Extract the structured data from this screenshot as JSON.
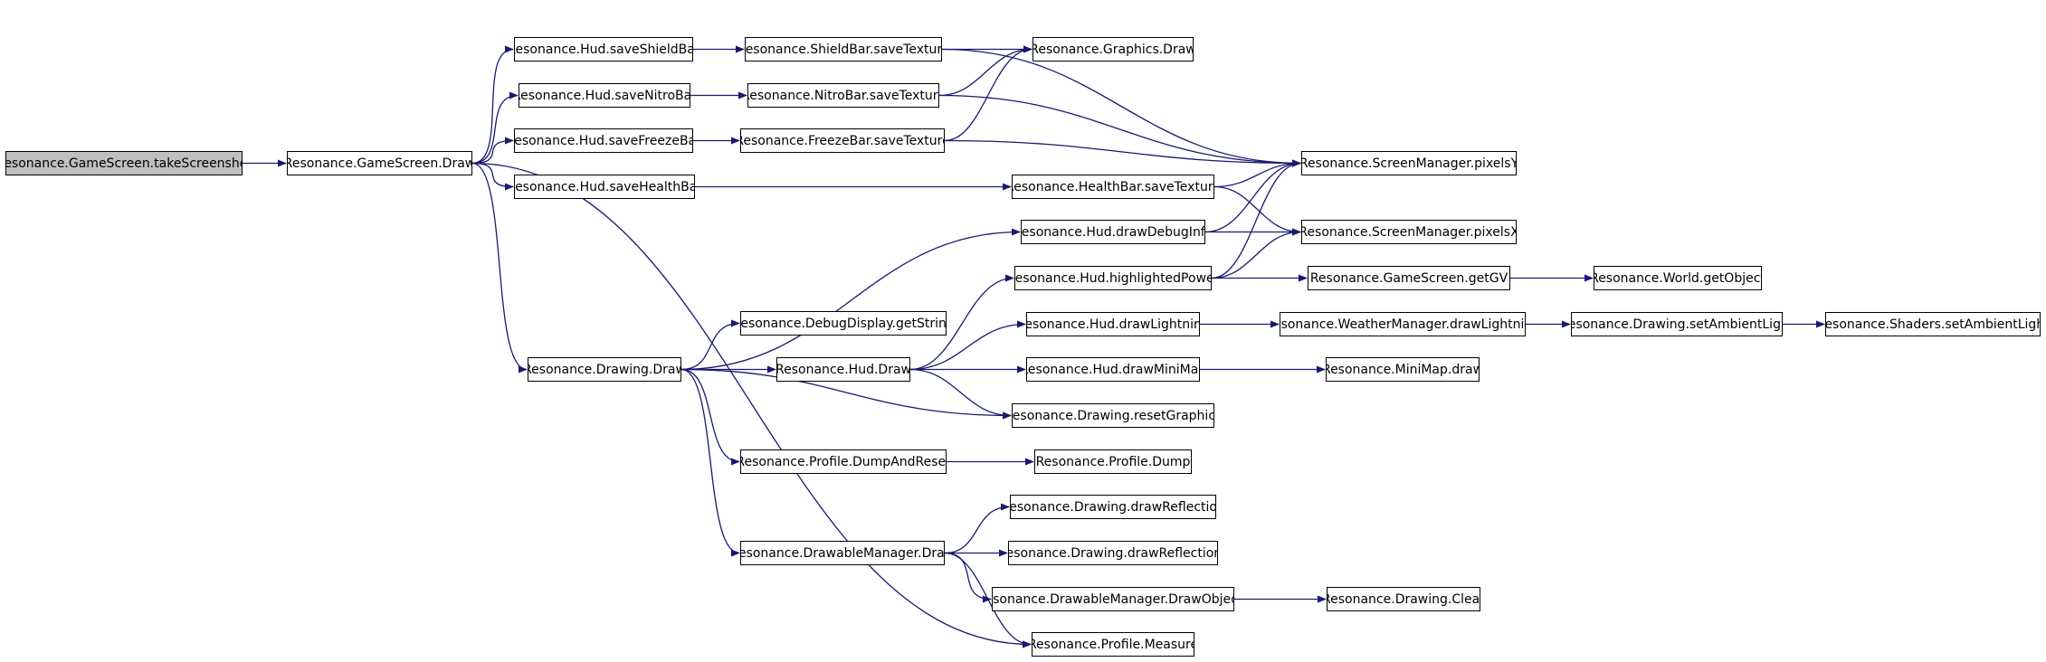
{
  "graph": {
    "edge_color": "#191970",
    "root_fill": "#bfbfbf",
    "nodes": [
      {
        "id": "takeScreenshot",
        "label": "Resonance.GameScreen.takeScreenshot",
        "root": true
      },
      {
        "id": "gsDraw",
        "label": "Resonance.GameScreen.Draw"
      },
      {
        "id": "saveShieldBar",
        "label": "Resonance.Hud.saveShieldBar"
      },
      {
        "id": "saveNitroBar",
        "label": "Resonance.Hud.saveNitroBar"
      },
      {
        "id": "saveFreezeBar",
        "label": "Resonance.Hud.saveFreezeBar"
      },
      {
        "id": "saveHealthBar",
        "label": "Resonance.Hud.saveHealthBar"
      },
      {
        "id": "drawingDraw",
        "label": "Resonance.Drawing.Draw"
      },
      {
        "id": "shieldTex",
        "label": "Resonance.ShieldBar.saveTexture"
      },
      {
        "id": "nitroTex",
        "label": "Resonance.NitroBar.saveTexture"
      },
      {
        "id": "freezeTex",
        "label": "Resonance.FreezeBar.saveTexture"
      },
      {
        "id": "debugGetString",
        "label": "Resonance.DebugDisplay.getString"
      },
      {
        "id": "hudDraw",
        "label": "Resonance.Hud.Draw"
      },
      {
        "id": "dumpAndReset",
        "label": "Resonance.Profile.DumpAndReset"
      },
      {
        "id": "drawableDraw",
        "label": "Resonance.DrawableManager.Draw"
      },
      {
        "id": "graphicsDraw",
        "label": "Resonance.Graphics.Draw"
      },
      {
        "id": "healthTex",
        "label": "Resonance.HealthBar.saveTexture"
      },
      {
        "id": "drawDebugInfo",
        "label": "Resonance.Hud.drawDebugInfo"
      },
      {
        "id": "highlightedPower",
        "label": "Resonance.Hud.highlightedPower"
      },
      {
        "id": "drawLightning",
        "label": "Resonance.Hud.drawLightning"
      },
      {
        "id": "drawMiniMap",
        "label": "Resonance.Hud.drawMiniMap"
      },
      {
        "id": "resetGraphics",
        "label": "Resonance.Drawing.resetGraphics"
      },
      {
        "id": "profileDump",
        "label": "Resonance.Profile.Dump"
      },
      {
        "id": "drawReflection",
        "label": "Resonance.Drawing.drawReflection"
      },
      {
        "id": "drawReflections",
        "label": "Resonance.Drawing.drawReflections"
      },
      {
        "id": "drawObjects",
        "label": "Resonance.DrawableManager.DrawObjects"
      },
      {
        "id": "profileMeasure",
        "label": "Resonance.Profile.Measure"
      },
      {
        "id": "pixelsY",
        "label": "Resonance.ScreenManager.pixelsY"
      },
      {
        "id": "pixelsX",
        "label": "Resonance.ScreenManager.pixelsX"
      },
      {
        "id": "getGV",
        "label": "Resonance.GameScreen.getGV"
      },
      {
        "id": "wmDrawLightning",
        "label": "Resonance.WeatherManager.drawLightning"
      },
      {
        "id": "miniMapDraw",
        "label": "Resonance.MiniMap.draw"
      },
      {
        "id": "drawingClear",
        "label": "Resonance.Drawing.Clear"
      },
      {
        "id": "getObject",
        "label": "Resonance.World.getObject"
      },
      {
        "id": "drawingSetAmbient",
        "label": "Resonance.Drawing.setAmbientLight"
      },
      {
        "id": "shadersSetAmbient",
        "label": "Resonance.Shaders.setAmbientLight"
      }
    ],
    "edges": [
      [
        "takeScreenshot",
        "gsDraw"
      ],
      [
        "gsDraw",
        "saveShieldBar"
      ],
      [
        "gsDraw",
        "saveNitroBar"
      ],
      [
        "gsDraw",
        "saveFreezeBar"
      ],
      [
        "gsDraw",
        "saveHealthBar"
      ],
      [
        "gsDraw",
        "drawingDraw"
      ],
      [
        "gsDraw",
        "profileMeasure"
      ],
      [
        "saveShieldBar",
        "shieldTex"
      ],
      [
        "saveNitroBar",
        "nitroTex"
      ],
      [
        "saveFreezeBar",
        "freezeTex"
      ],
      [
        "saveHealthBar",
        "healthTex"
      ],
      [
        "shieldTex",
        "graphicsDraw"
      ],
      [
        "shieldTex",
        "pixelsY"
      ],
      [
        "nitroTex",
        "graphicsDraw"
      ],
      [
        "nitroTex",
        "pixelsY"
      ],
      [
        "freezeTex",
        "graphicsDraw"
      ],
      [
        "freezeTex",
        "pixelsY"
      ],
      [
        "healthTex",
        "pixelsY"
      ],
      [
        "healthTex",
        "pixelsX"
      ],
      [
        "drawingDraw",
        "drawDebugInfo"
      ],
      [
        "drawingDraw",
        "debugGetString"
      ],
      [
        "drawingDraw",
        "hudDraw"
      ],
      [
        "drawingDraw",
        "resetGraphics"
      ],
      [
        "drawingDraw",
        "dumpAndReset"
      ],
      [
        "drawingDraw",
        "drawableDraw"
      ],
      [
        "drawDebugInfo",
        "pixelsY"
      ],
      [
        "drawDebugInfo",
        "pixelsX"
      ],
      [
        "hudDraw",
        "highlightedPower"
      ],
      [
        "hudDraw",
        "drawLightning"
      ],
      [
        "hudDraw",
        "drawMiniMap"
      ],
      [
        "hudDraw",
        "resetGraphics"
      ],
      [
        "highlightedPower",
        "pixelsY"
      ],
      [
        "highlightedPower",
        "pixelsX"
      ],
      [
        "highlightedPower",
        "getGV"
      ],
      [
        "getGV",
        "getObject"
      ],
      [
        "drawLightning",
        "wmDrawLightning"
      ],
      [
        "wmDrawLightning",
        "drawingSetAmbient"
      ],
      [
        "drawingSetAmbient",
        "shadersSetAmbient"
      ],
      [
        "drawMiniMap",
        "miniMapDraw"
      ],
      [
        "dumpAndReset",
        "profileDump"
      ],
      [
        "drawableDraw",
        "drawReflection"
      ],
      [
        "drawableDraw",
        "drawReflections"
      ],
      [
        "drawableDraw",
        "drawObjects"
      ],
      [
        "drawableDraw",
        "profileMeasure"
      ],
      [
        "drawObjects",
        "drawingClear"
      ]
    ]
  }
}
